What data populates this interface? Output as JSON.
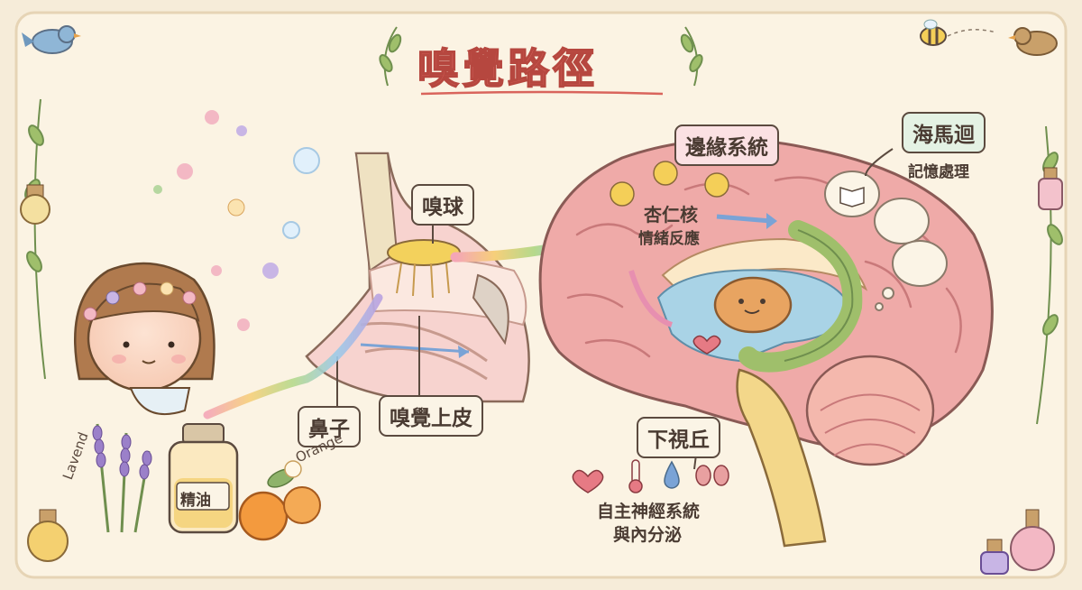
{
  "title": "嗅覺路徑",
  "labels": {
    "olfactory_bulb": "嗅球",
    "nose": "鼻子",
    "olfactory_epithelium": "嗅覺上皮",
    "limbic_system": "邊緣系統",
    "amygdala": "杏仁核",
    "emotional_response": "情緒反應",
    "hippocampus": "海馬迴",
    "memory_processing": "記憶處理",
    "hypothalamus": "下視丘",
    "autonomic_line1": "自主神經系統",
    "autonomic_line2": "與內分泌",
    "essential_oil": "精油",
    "lavender": "Lavend",
    "orange": "Orange"
  },
  "colors": {
    "background": "#f6ecd9",
    "title": "#d9645c",
    "brain": "#efaaa8",
    "amygdala": "#e8a461",
    "hippocampus": "#9fbf6b",
    "ventricle": "#a9d3e6"
  },
  "icons": [
    "bird-icon",
    "bee-icon",
    "flower-icon",
    "leaf-icon",
    "heart-rate-icon",
    "thermometer-icon",
    "water-drop-icon",
    "kidney-icon",
    "book-icon",
    "potion-bottle-icon"
  ]
}
